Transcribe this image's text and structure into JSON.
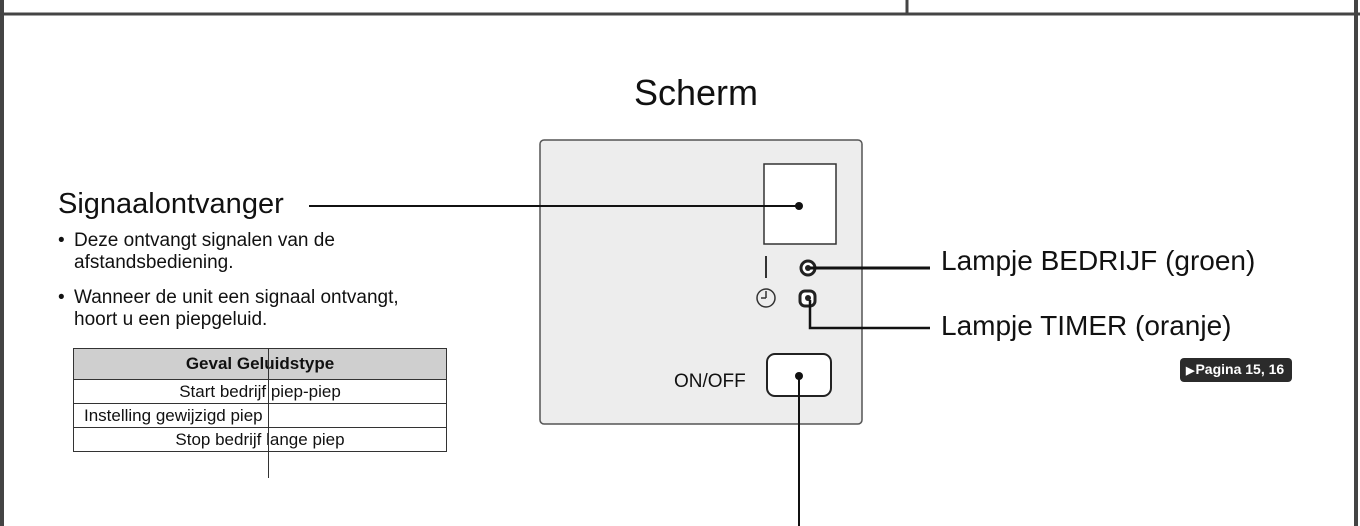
{
  "title": "Scherm",
  "signal_receiver": {
    "heading": "Signaalontvanger",
    "bullets": [
      "Deze ontvangt signalen van de afstandsbediening.",
      "Wanneer de unit een signaal ontvangt, hoort u een piepgeluid."
    ],
    "bullet_symbol": "•"
  },
  "sound_table": {
    "header": "Geval Geluidstype",
    "rows": [
      "Start bedrijf piep-piep",
      "Instelling gewijzigd piep",
      "Stop bedrijf lange piep"
    ]
  },
  "lamps": {
    "operation": "Lampje BEDRIJF (groen)",
    "timer": "Lampje TIMER (oranje)"
  },
  "page_reference": {
    "arrow": "▶",
    "text": "Pagina 15, 16"
  },
  "onoff_button": {
    "label": "ON/OFF"
  },
  "icons": {
    "timer": "clock-icon",
    "operation": "vertical-bar-icon"
  }
}
